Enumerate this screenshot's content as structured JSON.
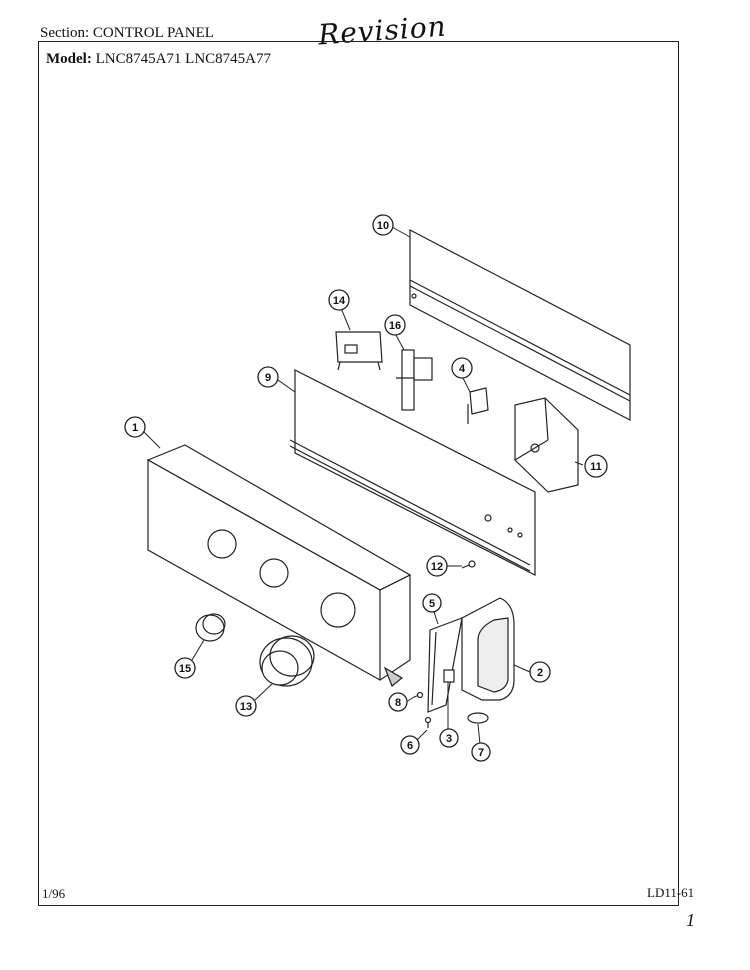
{
  "header": {
    "section_label": "Section:",
    "section_value": "CONTROL PANEL",
    "model_label": "Model:",
    "model_value": "LNC8745A71  LNC8745A77",
    "handwritten_note": "Revision"
  },
  "footer": {
    "date": "1/96",
    "page_code": "LD11-61",
    "mark": "1"
  },
  "callouts": [
    "1",
    "2",
    "3",
    "4",
    "5",
    "6",
    "7",
    "8",
    "9",
    "10",
    "11",
    "12",
    "13",
    "14",
    "15",
    "16"
  ]
}
